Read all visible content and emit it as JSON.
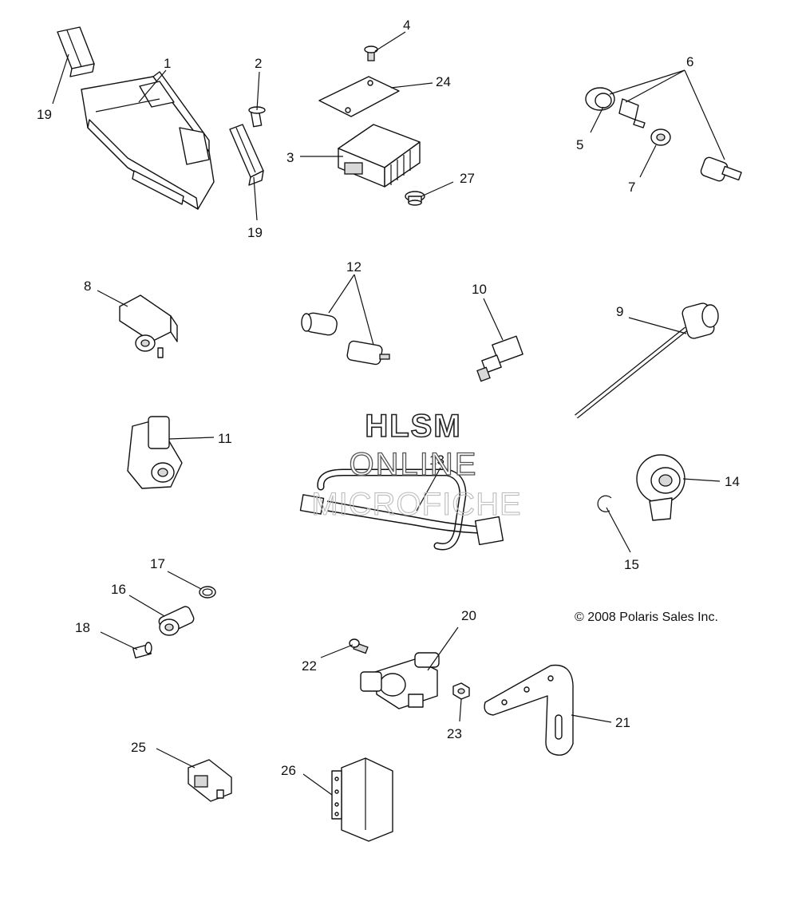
{
  "watermark": {
    "line1": "HLSM",
    "line2": "ONLINE",
    "line3": "MICROFICHE"
  },
  "copyright": "© 2008 Polaris Sales Inc.",
  "callouts": {
    "c1": "1",
    "c2": "2",
    "c3": "3",
    "c4": "4",
    "c5": "5",
    "c6": "6",
    "c7": "7",
    "c8": "8",
    "c9": "9",
    "c10": "10",
    "c11": "11",
    "c12": "12",
    "c13": "13",
    "c14": "14",
    "c15": "15",
    "c16": "16",
    "c17": "17",
    "c18": "18",
    "c19a": "19",
    "c19b": "19",
    "c20": "20",
    "c21": "21",
    "c22": "22",
    "c23": "23",
    "c24": "24",
    "c25": "25",
    "c26": "26",
    "c27": "27"
  }
}
